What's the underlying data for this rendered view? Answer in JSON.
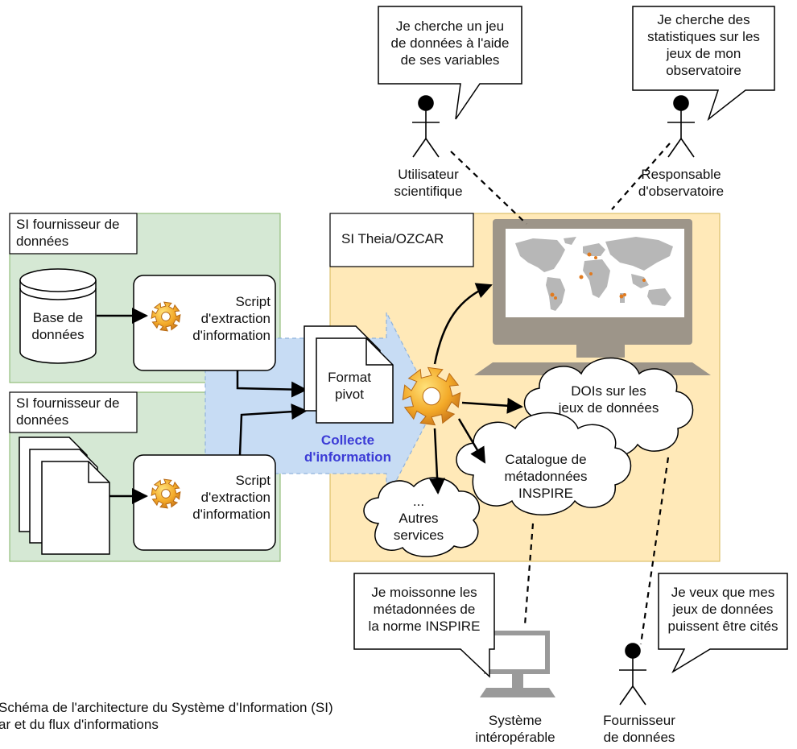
{
  "si_fournisseur_1": "SI fournisseur de\ndonnées",
  "si_fournisseur_2": "SI fournisseur de\ndonnées",
  "base_donnees": "Base de\ndonnées",
  "script_1": "Script\nd'extraction\nd'information",
  "script_2": "Script\nd'extraction\nd'information",
  "format_pivot": "Format\npivot",
  "collecte": "Collecte\nd'information",
  "si_theia": "SI Theia/OZCAR",
  "dois": "DOIs sur les\njeux de données",
  "catalogue": "Catalogue de\nmétadonnées\nINSPIRE",
  "autres_services": "...\nAutres\nservices",
  "utilisateur": "Utilisateur\nscientifique",
  "responsable": "Responsable\nd'observatoire",
  "systeme": "Système\nintéropérable",
  "fournisseur": "Fournisseur\nde données",
  "bubble_utilisateur": "Je cherche un jeu\nde données à l'aide\nde ses variables",
  "bubble_responsable": "Je cherche des\nstatistiques sur les\njeux de mon\nobservatoire",
  "bubble_systeme": "Je moissonne les\nmétadonnées de\nla norme INSPIRE",
  "bubble_fournisseur": "Je veux que mes\njeux de données\npuissent être cités",
  "caption": "Schéma de l'architecture du Système d'Information (SI)\nar et du flux d'informations",
  "colors": {
    "provider_panel": "#d5e8d4",
    "theia_panel": "#ffe9b8",
    "collecte_arrow": "#c7dcf4",
    "collecte_text": "#3b3bd6",
    "gear": "#f0a623",
    "monitor": "#9d9589"
  }
}
